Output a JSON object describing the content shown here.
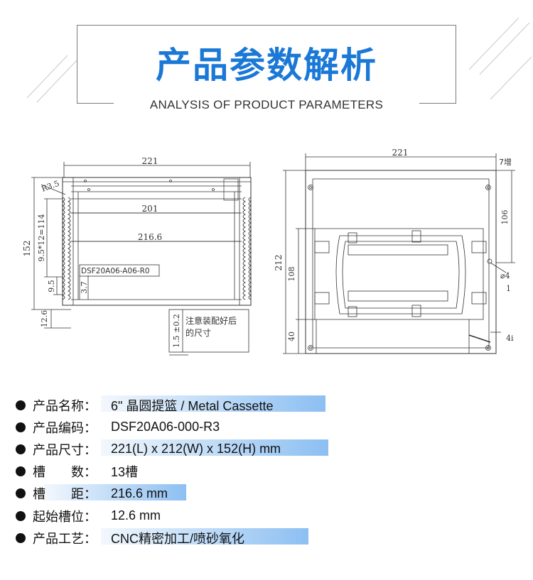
{
  "header": {
    "title": "产品参数解析",
    "subtitle": "ANALYSIS OF PRODUCT PARAMETERS"
  },
  "drawing": {
    "left_view": {
      "dim_overall_length": "221",
      "dim_inner_length": "201",
      "dim_pitch_length": "216.6",
      "dim_height": "152",
      "dim_radius": "R3.5",
      "dim_slot_stack": "9.5*12=114",
      "dim_slot_pitch": "9.5",
      "dim_slot_depth": "3.7",
      "dim_start": "12.6",
      "dim_tolerance": "1.5 ±0.2",
      "part_code": "DSF20A06-A06-R0",
      "note": [
        "注意装配好后",
        "的尺寸"
      ]
    },
    "right_view": {
      "dim_length": "221",
      "dim_height": "212",
      "dim_upper": "108",
      "dim_lower": "40",
      "dim_side": "106",
      "note_top": "7增",
      "note_dia": "⌀4",
      "note_one": "1",
      "note_bottom": "4i"
    }
  },
  "specs": [
    {
      "label": "产品名称：",
      "value": "6\" 晶圆提篮 / Metal Cassette",
      "highlight": true
    },
    {
      "label": "产品编码：",
      "value": "DSF20A06-000-R3",
      "highlight": false
    },
    {
      "label": "产品尺寸：",
      "value": "221(L) x 212(W) x 152(H) mm",
      "highlight": true
    },
    {
      "label": "槽　　数：",
      "value": "13槽",
      "highlight": false
    },
    {
      "label": "槽　　距：",
      "value": "216.6 mm",
      "highlight": true
    },
    {
      "label": "起始槽位：",
      "value": "12.6 mm",
      "highlight": false
    },
    {
      "label": "产品工艺：",
      "value": "CNC精密加工/喷砂氧化",
      "highlight": true
    }
  ],
  "colors": {
    "title_blue": "#1a78d6",
    "highlight_blue": "#78b4f0"
  }
}
